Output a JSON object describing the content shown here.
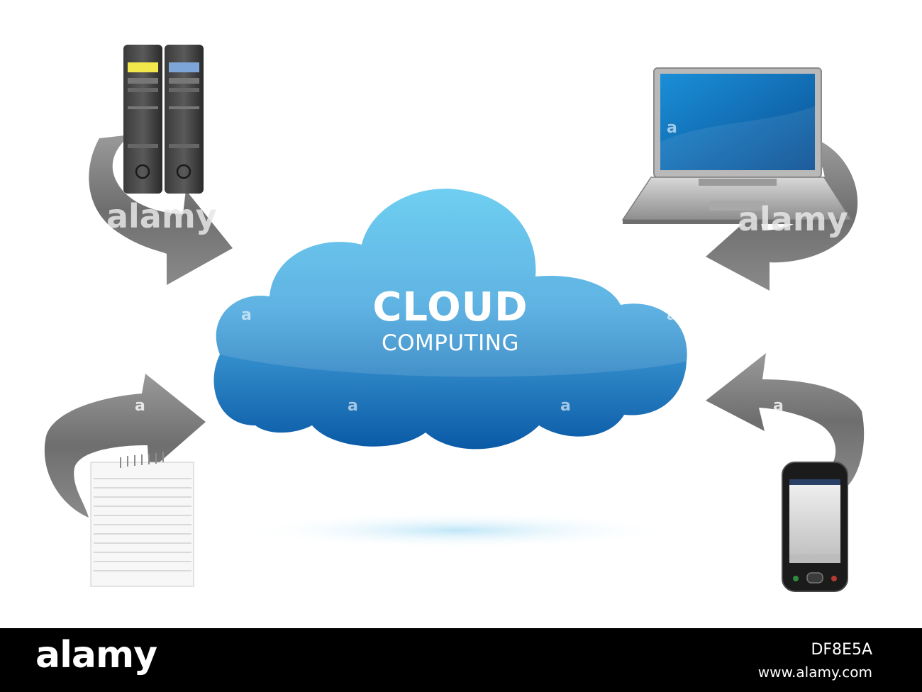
{
  "cloud": {
    "title": "CLOUD",
    "subtitle": "COMPUTING",
    "color_top": "#5bc8ef",
    "color_bottom": "#0a5aa6"
  },
  "nodes": [
    {
      "name": "server",
      "icon": "server-icon"
    },
    {
      "name": "laptop",
      "icon": "laptop-icon"
    },
    {
      "name": "notepad",
      "icon": "notepad-icon"
    },
    {
      "name": "smartphone",
      "icon": "smartphone-icon"
    }
  ],
  "watermark": {
    "text": "alamy",
    "letter": "a"
  },
  "footer": {
    "logo": "alamy",
    "image_id": "DF8E5A",
    "url": "www.alamy.com"
  }
}
